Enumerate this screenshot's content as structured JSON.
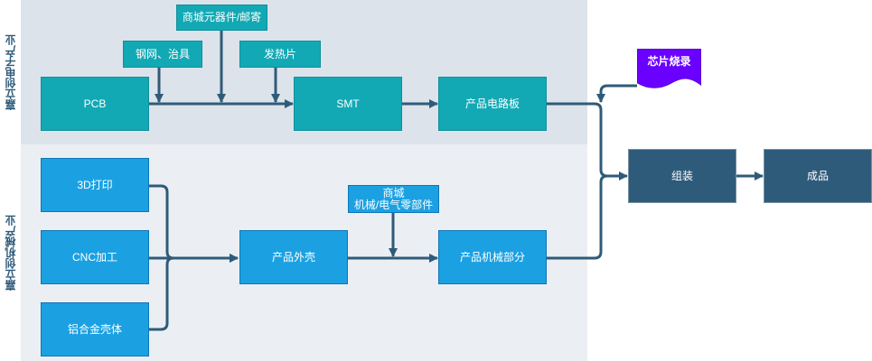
{
  "lanes": {
    "electronics": {
      "label": "嘉立创电子产业"
    },
    "mechanical": {
      "label": "嘉立创机械产业"
    }
  },
  "nodes": {
    "pcb": "PCB",
    "stencil": "钢网、治具",
    "mall_components": "商城元器件/邮寄",
    "heatsink": "发热片",
    "smt": "SMT",
    "circuit_board": "产品电路板",
    "chip_programming": "芯片烧录",
    "print_3d": "3D打印",
    "cnc": "CNC加工",
    "aluminum_case": "铝合金壳体",
    "product_shell": "产品外壳",
    "mall_parts_line1": "商城",
    "mall_parts_line2": "机械/电气零部件",
    "mechanical_part": "产品机械部分",
    "assembly": "组装",
    "finished_product": "成品"
  },
  "colors": {
    "electronics_box": "#12a9b5",
    "mechanical_box": "#1ba1e2",
    "final_box": "#2f5b7a",
    "connector": "#2f5b7a",
    "document": "#6a00ff"
  }
}
